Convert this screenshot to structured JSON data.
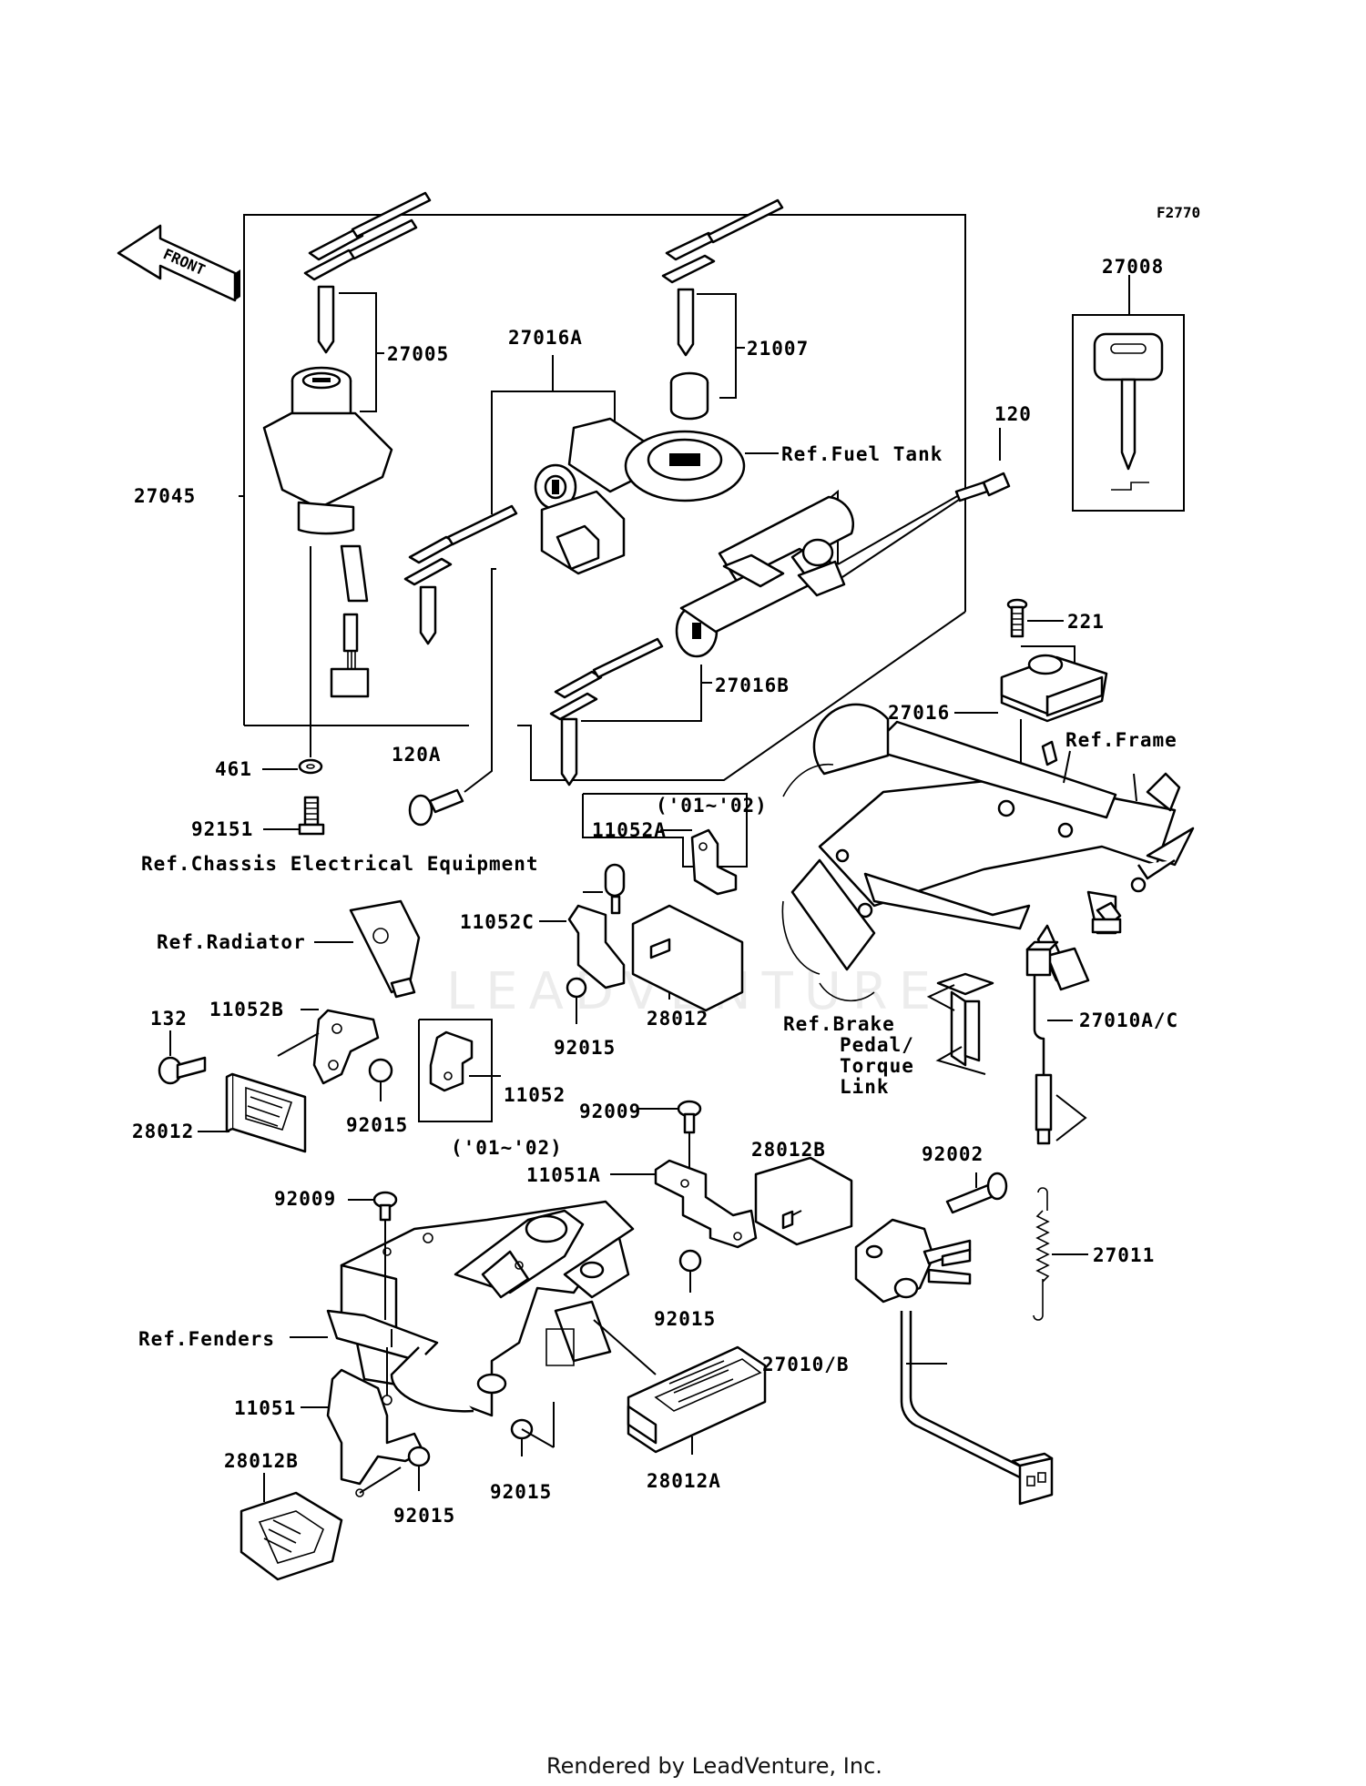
{
  "figure_code": "F2770",
  "front_arrow_label": "FRONT",
  "watermark": "LEADVENTURE",
  "footer": "Rendered by LeadVenture, Inc.",
  "labels": {
    "p27008": "27008",
    "p27005": "27005",
    "p27016A": "27016A",
    "p21007": "21007",
    "p27045": "27045",
    "ref_fuel_tank": "Ref.Fuel Tank",
    "p120": "120",
    "p221": "221",
    "p27016B": "27016B",
    "p27016": "27016",
    "ref_frame": "Ref.Frame",
    "p461": "461",
    "p120A": "120A",
    "p92151": "92151",
    "yr_a": "('01~'02)",
    "p11052A": "11052A",
    "ref_chassis": "Ref.Chassis Electrical Equipment",
    "ref_radiator": "Ref.Radiator",
    "p11052C": "11052C",
    "p132": "132",
    "p11052B": "11052B",
    "p28012_mid": "28012",
    "p92015_mid": "92015",
    "ref_brake_1": "Ref.Brake",
    "ref_brake_2": "Pedal/",
    "ref_brake_3": "Torque",
    "ref_brake_4": "Link",
    "p27010AC": "27010A/C",
    "p11052": "11052",
    "yr_b": "('01~'02)",
    "p28012_left": "28012",
    "p92015_left": "92015",
    "p92009_mid": "92009",
    "p28012B_r": "28012B",
    "p92002": "92002",
    "p11051A": "11051A",
    "p92009_left": "92009",
    "p27011": "27011",
    "p92015_r": "92015",
    "ref_fenders": "Ref.Fenders",
    "p27010B": "27010/B",
    "p11051": "11051",
    "p28012B_l": "28012B",
    "p92015_bl": "92015",
    "p92015_bc": "92015",
    "p28012A": "28012A"
  }
}
